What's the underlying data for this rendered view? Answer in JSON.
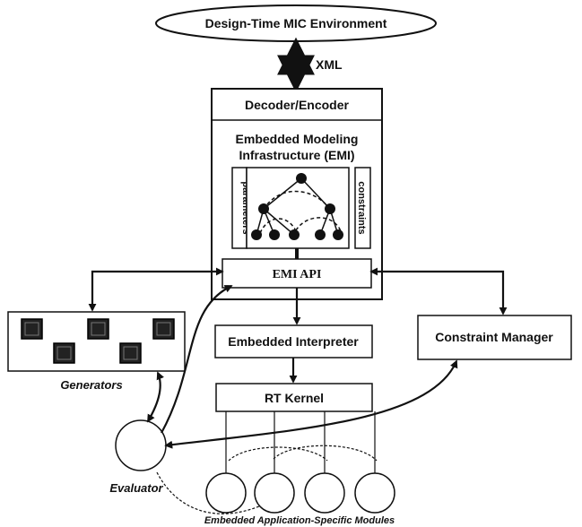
{
  "design_env": {
    "label": "Design-Time MIC Environment"
  },
  "xml": {
    "label": "XML"
  },
  "decoder": {
    "label": "Decoder/Encoder"
  },
  "emi": {
    "title_line1": "Embedded Modeling",
    "title_line2": "Infrastructure (EMI)",
    "parameters_label": "parameters",
    "constraints_label": "constraints",
    "api_label": "EMI API"
  },
  "interpreter": {
    "label": "Embedded Interpreter"
  },
  "constraint_manager": {
    "label": "Constraint Manager"
  },
  "rt_kernel": {
    "label": "RT Kernel"
  },
  "generators": {
    "label": "Generators"
  },
  "evaluator": {
    "label": "Evaluator"
  },
  "modules": {
    "label": "Embedded Application-Specific Modules"
  }
}
